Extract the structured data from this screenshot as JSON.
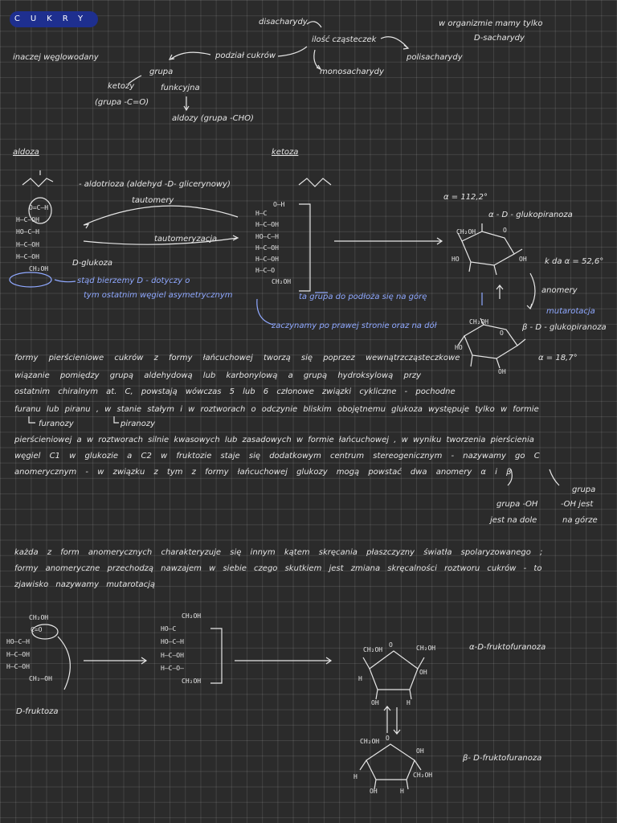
{
  "title": "CUKRY",
  "header": {
    "inaczej": "inaczej węglowodany",
    "disacharydy": "disacharydy",
    "ilosc": "ilość cząsteczek",
    "podzial": "podział cukrów",
    "polisacharydy": "polisacharydy",
    "monosacharydy": "monosacharydy",
    "organizm_1": "w organizmie mamy tylko",
    "organizm_2": "D-sacharydy",
    "grupa": "grupa",
    "funkcyjna": "funkcyjna",
    "ketozy": "ketozy",
    "ketozy_grupa": "(grupa -C=O)",
    "aldozy": "aldozy (grupa -CHO)"
  },
  "aldoza_section": {
    "aldoza_label": "aldoza",
    "ketoza_label": "ketoza",
    "aldotrioza": "- aldotrioza (aldehyd -D- glicerynowy)",
    "tautomery": "tautomery",
    "tautomeryzacja": "tautomeryzacja",
    "d_glukoza": "D-glukoza",
    "stad_1": "stąd bierzemy D - dotyczy o",
    "stad_2": "tym ostatnim węgiel asymetrycznym",
    "ta_grupa": "ta grupa do podłoża się na górę",
    "zaczynamy": "zaczynamy po prawej stronie oraz na dół",
    "alpha_rot": "α = 112,2°",
    "alpha_name": "α - D - glukopiranoza",
    "da_alpha": "k da α = 52,6°",
    "anomery": "anomery",
    "mutarotacja": "mutarotacja",
    "beta_name": "β - D - glukopiranoza",
    "beta_rot": "α = 18,7°"
  },
  "glucose_chain": [
    "O=C—H",
    "H—C—OH",
    "HO—C—H",
    "H—C—OH",
    "H—C—OH",
    "CH₂OH"
  ],
  "glucose_open": [
    "O—H",
    "H—C",
    "H—C—OH",
    "HO—C—H",
    "H—C—OH",
    "H—C—OH",
    "H—C—O",
    "CH₂OH"
  ],
  "paragraph1": [
    "formy pierścieniowe cukrów z formy łańcuchowej tworzą się poprzez wewnątrzcząsteczkowe",
    "wiązanie pomiędzy grupą aldehydową lub karbonylową a grupą hydroksylową przy",
    "ostatnim chiralnym at. C, powstają wówczas 5 lub 6 członowe związki cykliczne - pochodne",
    "furanu lub piranu , w stanie stałym i w roztworach o odczynie bliskim obojętnemu glukoza występuje tylko w formie",
    "pierścieniowej a w roztworach silnie kwasowych lub zasadowych w formie łańcuchowej , w wyniku tworzenia pierścienia",
    "węgiel C1 w glukozie a C2 w fruktozie staje się dodatkowym centrum stereogenicznym - nazywamy go C",
    "anomerycznym - w związku z tym z formy łańcuchowej glukozy mogą powstać dwa anomery α i β"
  ],
  "furanozy": "furanozy",
  "piranozy": "piranozy",
  "grupa_oh_1": "grupa -OH",
  "grupa_oh_2": "jest na dole",
  "grupa_oh_3": "-OH jest",
  "grupa_oh_4": "na górze",
  "grupa_oh_5": "grupa",
  "paragraph2": [
    "każda z form anomerycznych charakteryzuje się innym kątem skręcania płaszczyzny światła spolaryzowanego ;",
    "formy anomeryczne przechodzą nawzajem w siebie czego skutkiem jest zmiana skręcalności roztworu cukrów - to",
    "zjawisko nazywamy mutarotacją"
  ],
  "fructose_chain": [
    "CH₂OH",
    "C=O",
    "HO—C—H",
    "H—C—OH",
    "H—C—OH",
    "CH₂—OH"
  ],
  "fructose_open": [
    "CH₂OH",
    "HO—C",
    "HO—C—H",
    "H—C—OH",
    "H—C—O—",
    "CH₂OH"
  ],
  "d_fruktoza": "D-fruktoza",
  "alpha_fruktofuranoza": "α-D-fruktofuranoza",
  "beta_fruktofuranoza": "β- D-fruktofuranoza",
  "ring_labels": {
    "ch2oh": "CH₂OH",
    "oh": "OH",
    "h": "H",
    "o": "O",
    "ho": "HO"
  },
  "colors": {
    "background": "#2b2b2b",
    "ink": "#e6e6e6",
    "highlight": "#8fa8ff",
    "badge": "#1e2f8f"
  }
}
